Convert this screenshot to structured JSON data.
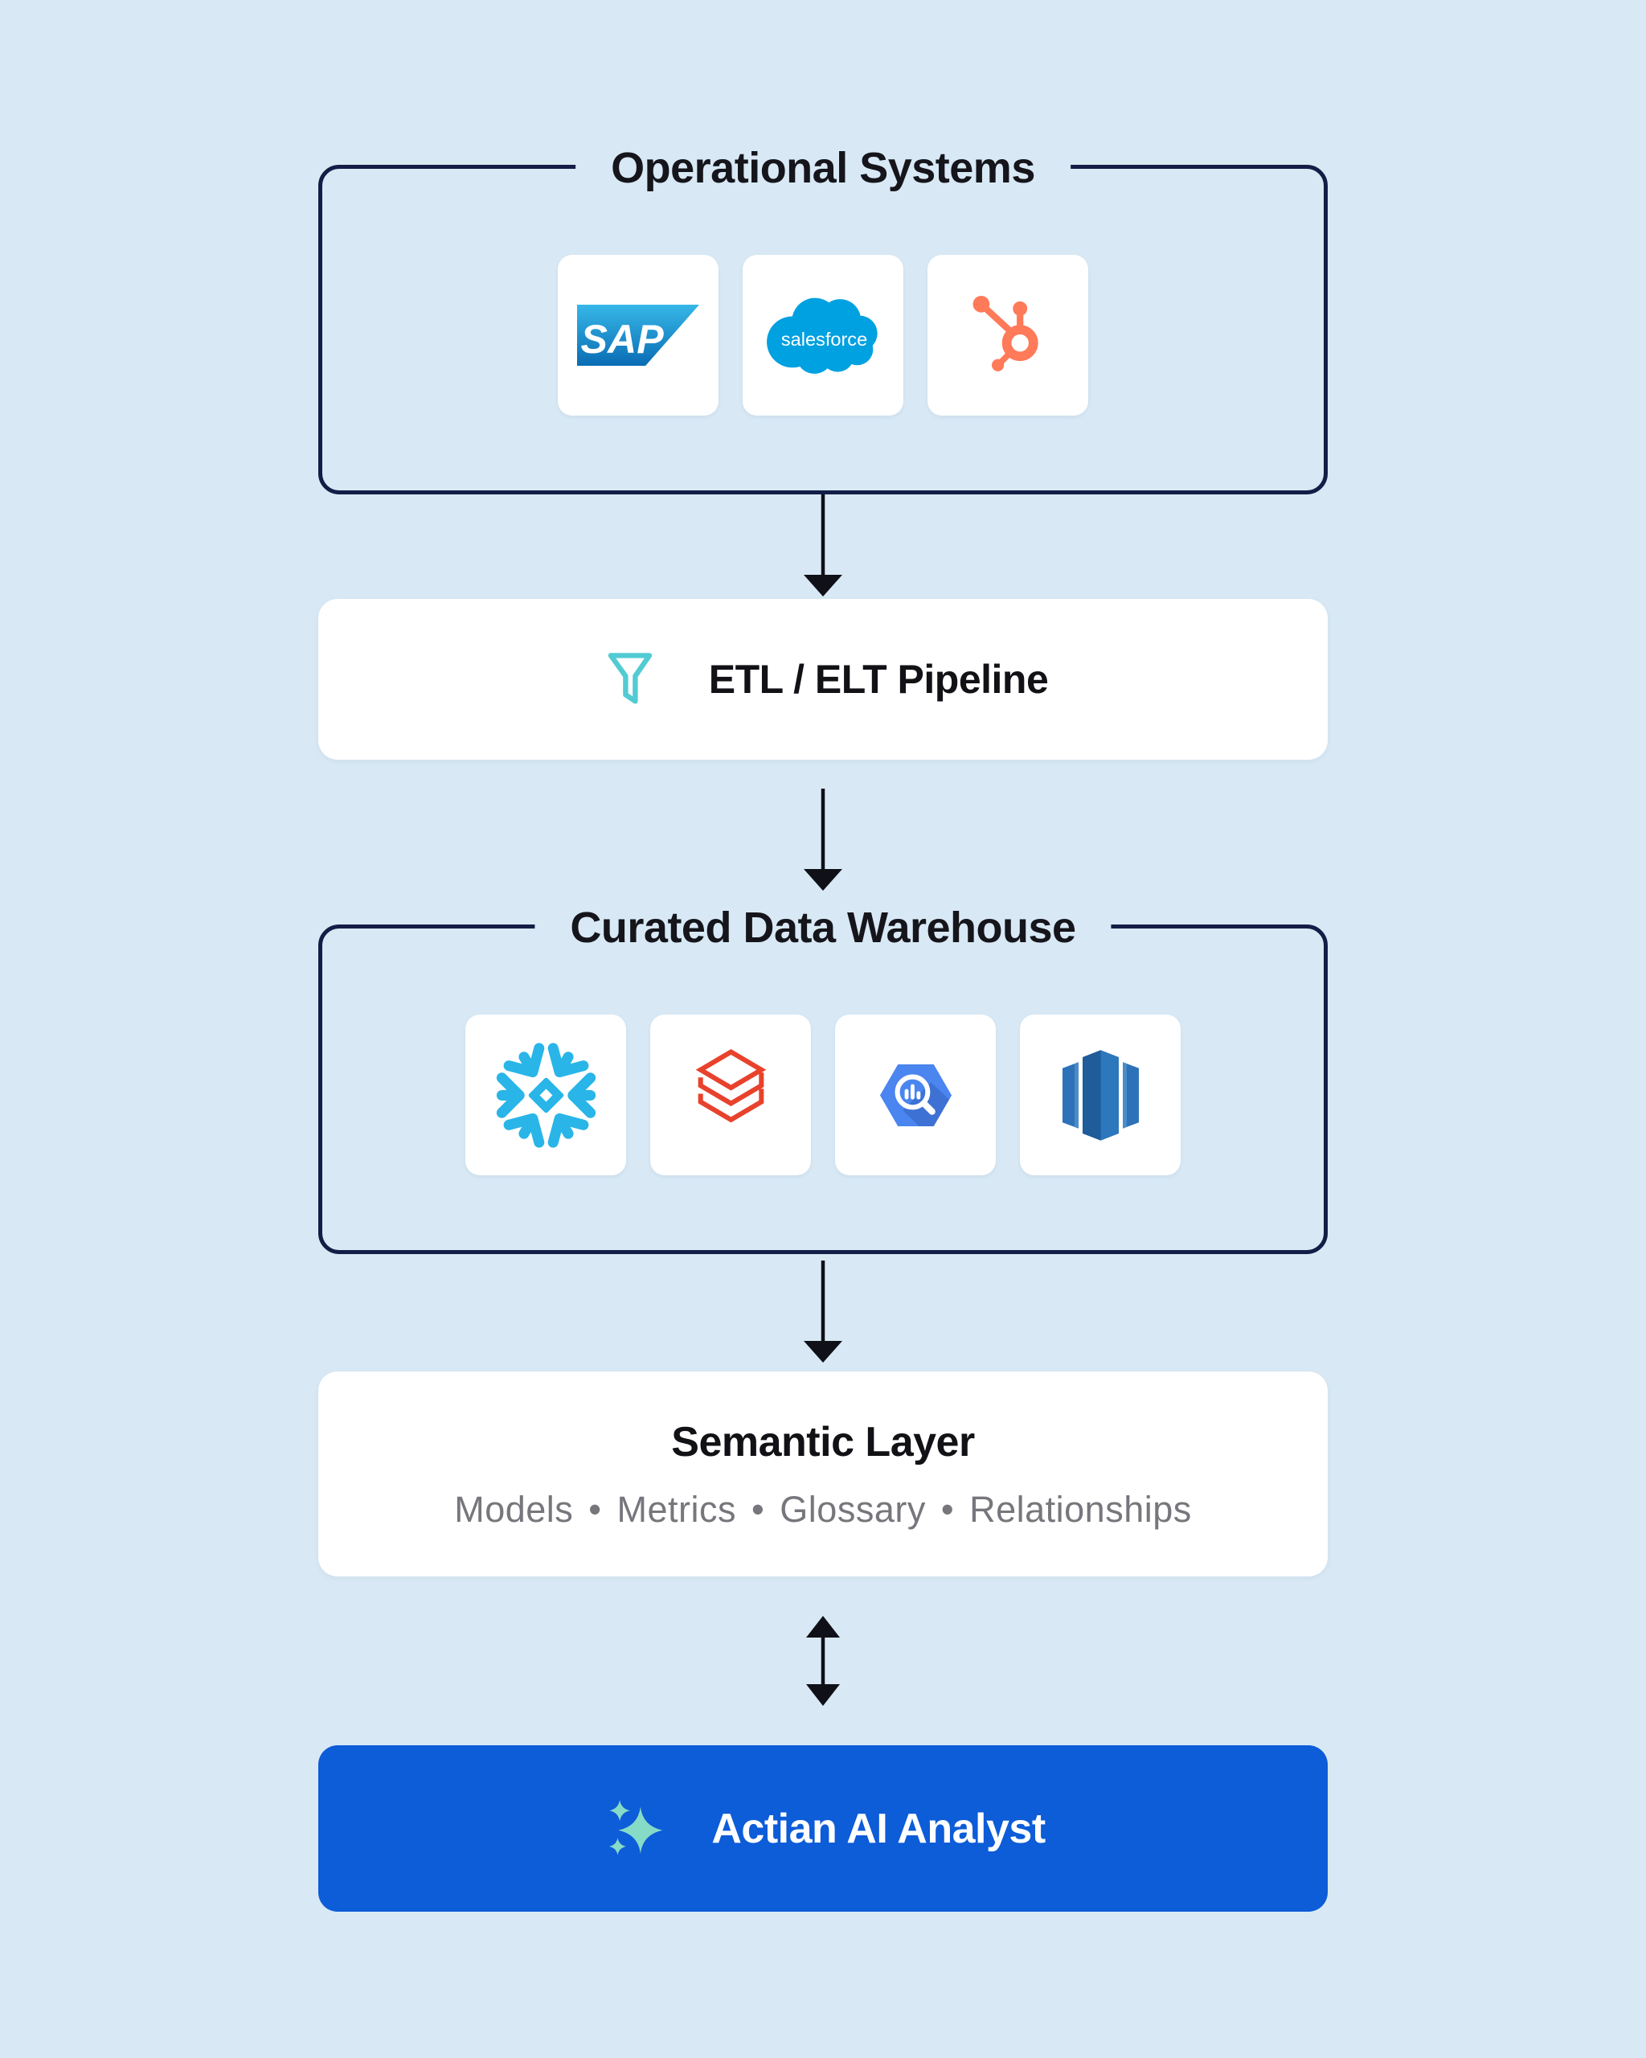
{
  "diagram": {
    "operational_systems": {
      "title": "Operational Systems",
      "logos": [
        {
          "name": "SAP",
          "text": "SAP"
        },
        {
          "name": "Salesforce",
          "text": "salesforce"
        },
        {
          "name": "HubSpot"
        }
      ]
    },
    "etl": {
      "label": "ETL / ELT Pipeline"
    },
    "warehouse": {
      "title": "Curated Data Warehouse",
      "logos": [
        {
          "name": "Snowflake"
        },
        {
          "name": "Databricks"
        },
        {
          "name": "BigQuery"
        },
        {
          "name": "Amazon Redshift"
        }
      ]
    },
    "semantic": {
      "title": "Semantic Layer",
      "items": [
        "Models",
        "Metrics",
        "Glossary",
        "Relationships"
      ],
      "subtitle_text": "Models •  Metrics  •  Glossary  •  Relationships"
    },
    "ai": {
      "label": "Actian AI Analyst"
    }
  },
  "colors": {
    "background": "#D8E9F5",
    "outline_navy": "#141D46",
    "card_white": "#FFFFFF",
    "arrow_black": "#101018",
    "text_dark": "#15151B",
    "text_gray": "#76767C",
    "funnel_teal": "#52CBD3",
    "button_blue": "#0D5CD8",
    "sparkle_mint": "#86DBC7",
    "sap_blue_top": "#36B7E8",
    "sap_blue_bottom": "#0A6CB4",
    "salesforce_blue": "#00A1E0",
    "hubspot_orange": "#FF7A59",
    "snowflake_blue": "#29B5E8",
    "databricks_red": "#E8422C",
    "bigquery_blue": "#4A85F0",
    "redshift_dark": "#1F5C99",
    "redshift_mid": "#2D77BC",
    "redshift_light": "#4A8BC8"
  }
}
